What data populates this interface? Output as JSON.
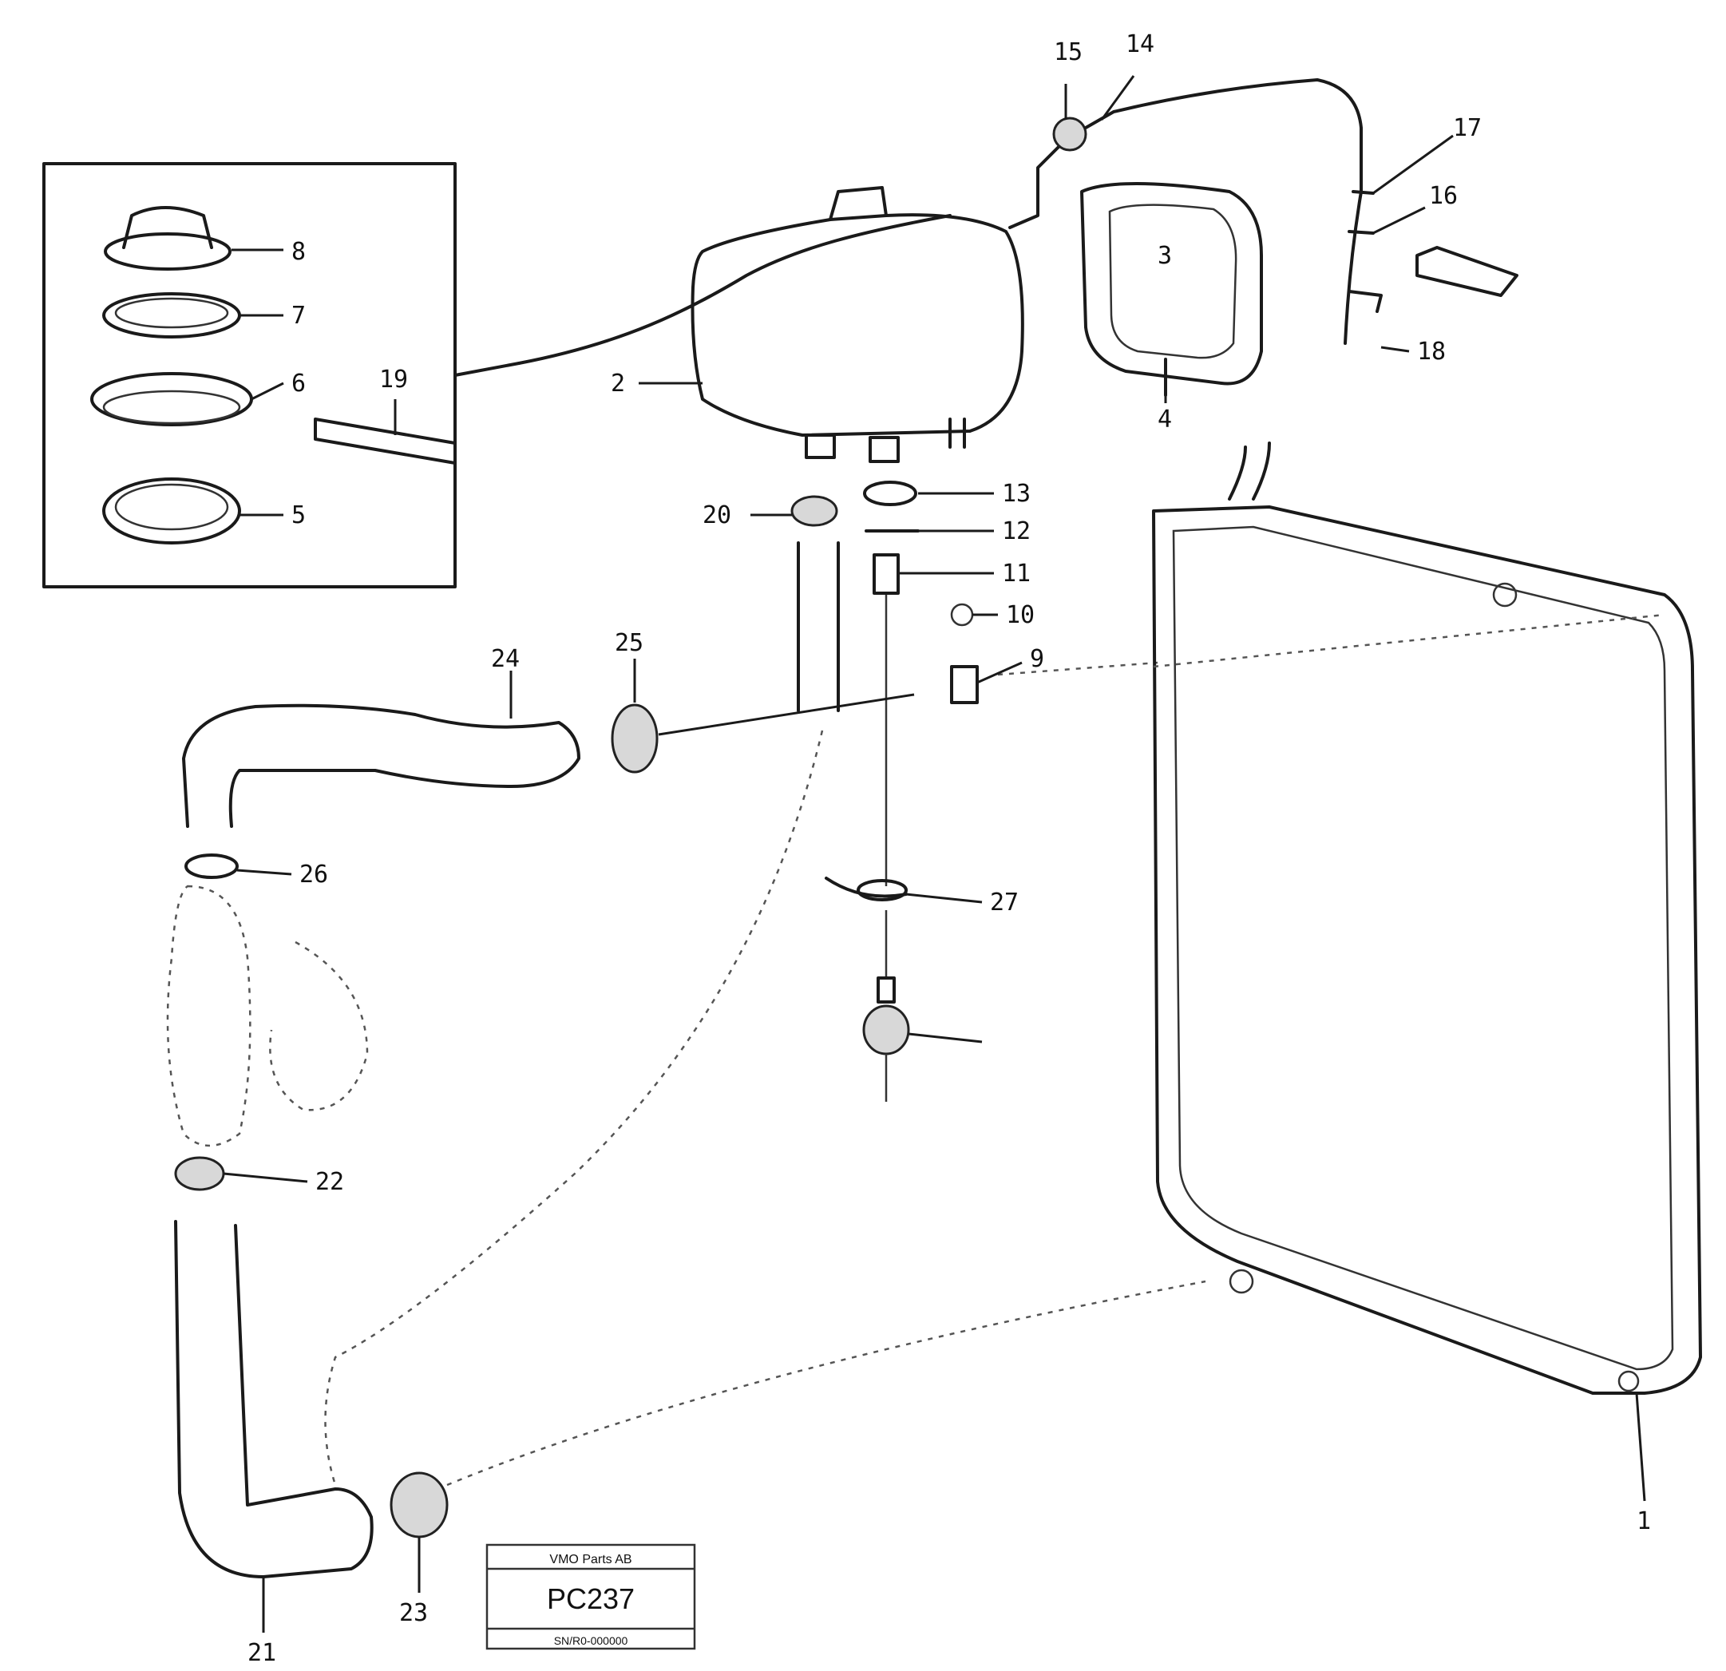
{
  "callouts": [
    {
      "id": "c1",
      "text": "1"
    },
    {
      "id": "c2",
      "text": "2"
    },
    {
      "id": "c3",
      "text": "3"
    },
    {
      "id": "c4",
      "text": "4"
    },
    {
      "id": "c5",
      "text": "5"
    },
    {
      "id": "c6",
      "text": "6"
    },
    {
      "id": "c7",
      "text": "7"
    },
    {
      "id": "c8",
      "text": "8"
    },
    {
      "id": "c9",
      "text": "9"
    },
    {
      "id": "c10",
      "text": "10"
    },
    {
      "id": "c11",
      "text": "11"
    },
    {
      "id": "c12",
      "text": "12"
    },
    {
      "id": "c13",
      "text": "13"
    },
    {
      "id": "c14",
      "text": "14"
    },
    {
      "id": "c15",
      "text": "15"
    },
    {
      "id": "c16",
      "text": "16"
    },
    {
      "id": "c17",
      "text": "17"
    },
    {
      "id": "c18",
      "text": "18"
    },
    {
      "id": "c19",
      "text": "19"
    },
    {
      "id": "c20",
      "text": "20"
    },
    {
      "id": "c21",
      "text": "21"
    },
    {
      "id": "c22",
      "text": "22"
    },
    {
      "id": "c23",
      "text": "23"
    },
    {
      "id": "c24",
      "text": "24"
    },
    {
      "id": "c25",
      "text": "25"
    },
    {
      "id": "c26",
      "text": "26"
    },
    {
      "id": "c27",
      "text": "27"
    }
  ],
  "stamp": {
    "header": "VMO Parts AB",
    "code": "PC237",
    "footer": "SN/R0-000000"
  }
}
